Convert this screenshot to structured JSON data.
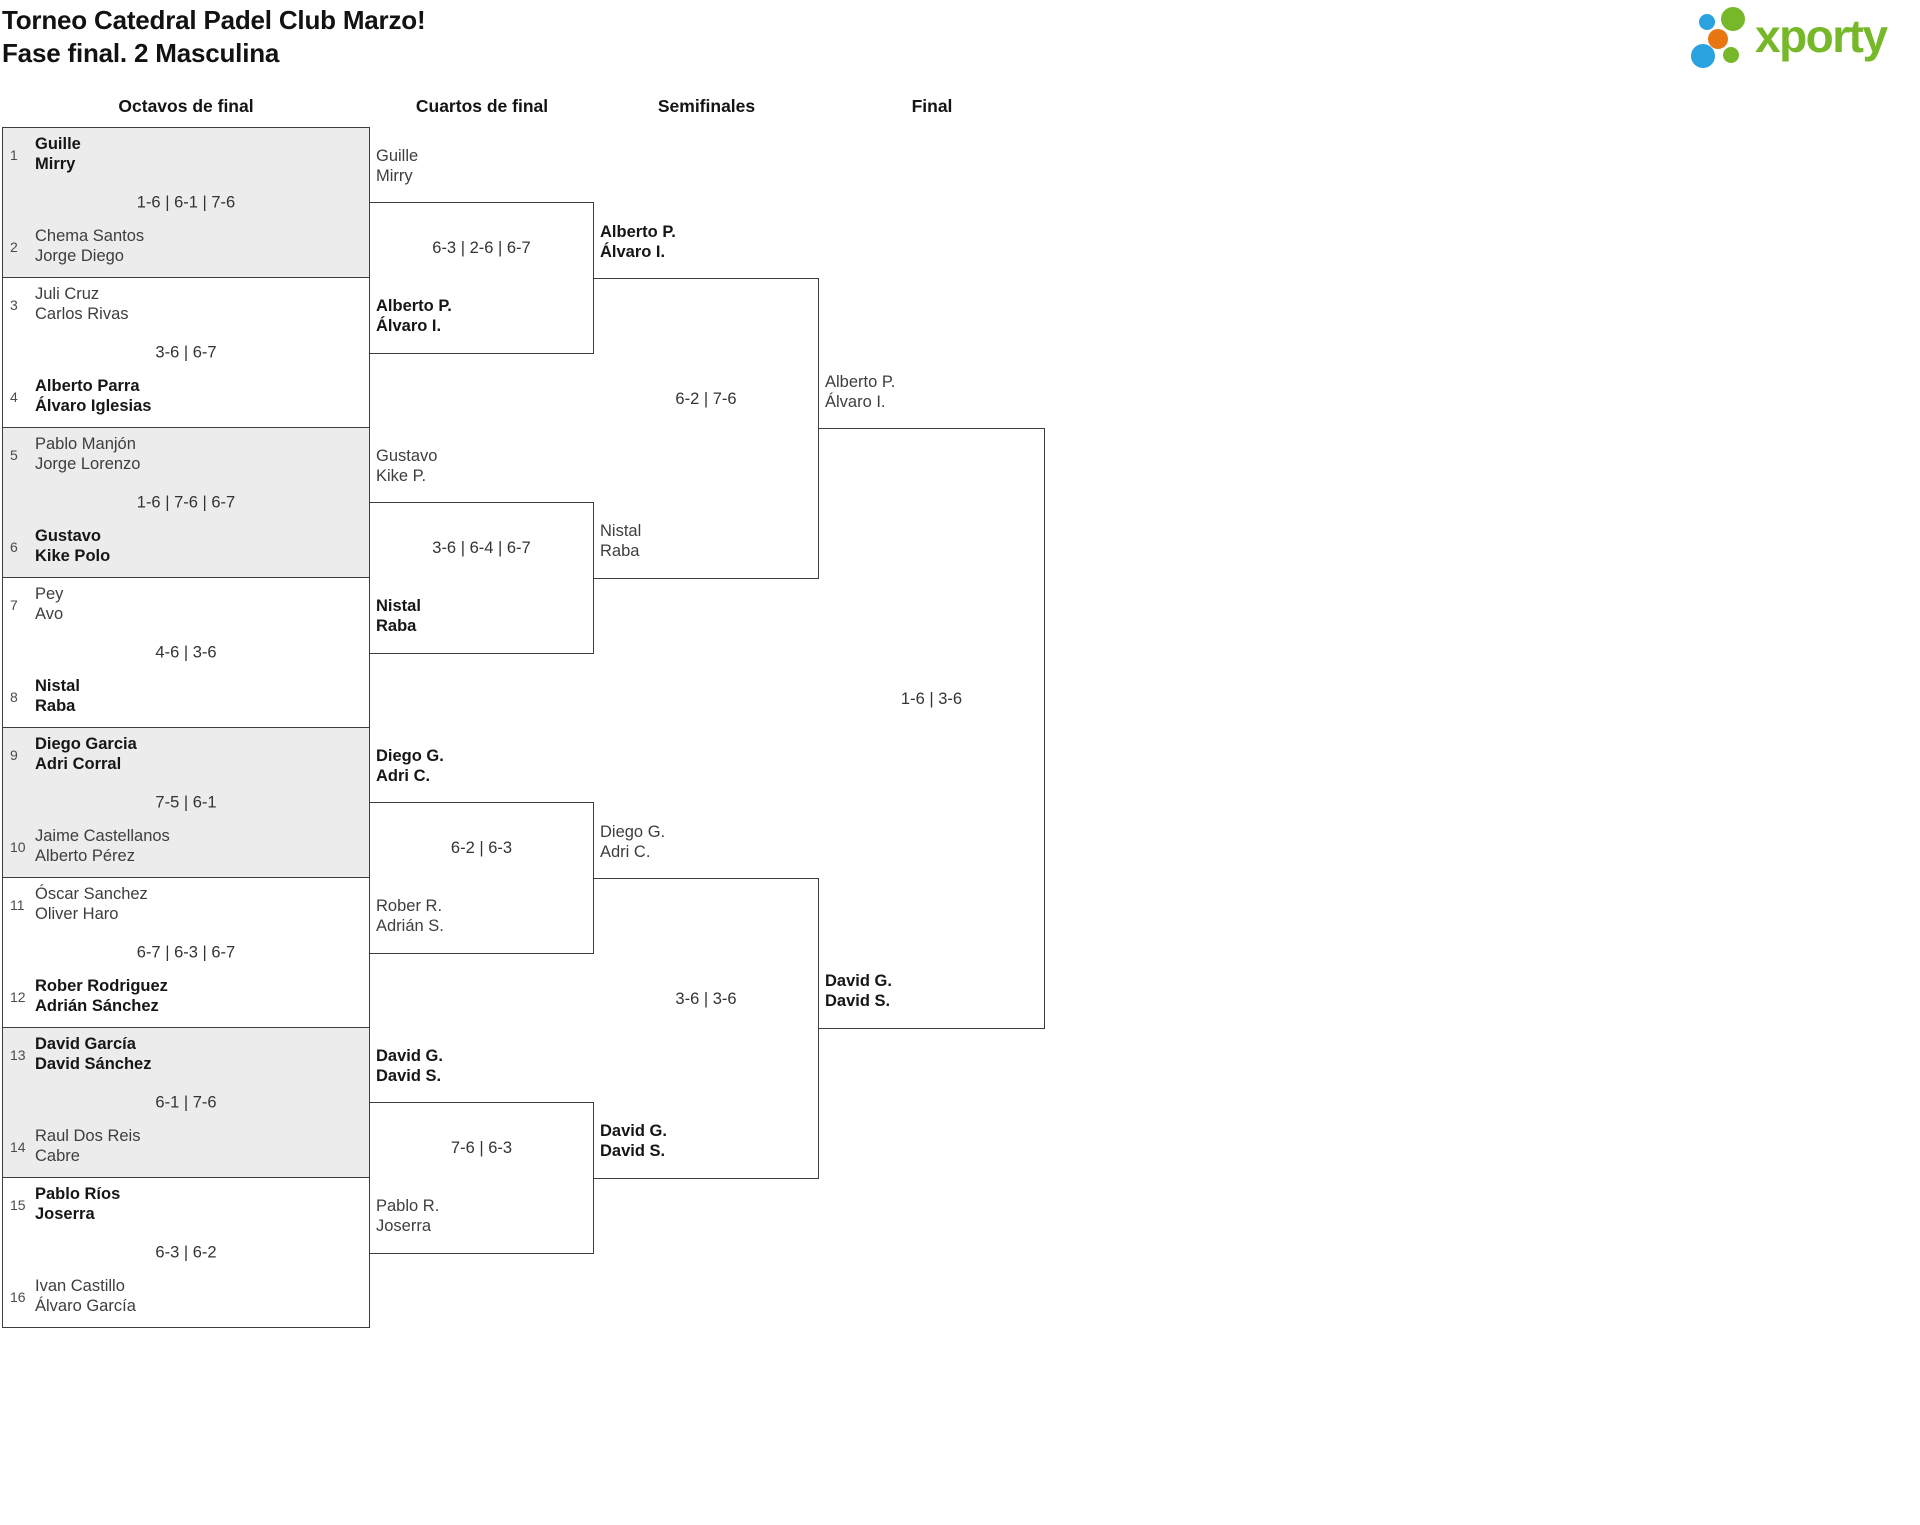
{
  "page": {
    "title_line1": "Torneo Catedral Padel Club Marzo!",
    "title_line2": "Fase final. 2 Masculina"
  },
  "logo": {
    "text": "xporty",
    "green": "#76b82a",
    "blue": "#2aa2df",
    "orange": "#e87611"
  },
  "round_headers": [
    "Octavos de final",
    "Cuartos de final",
    "Semifinales",
    "Final"
  ],
  "octavos": [
    {
      "seed1": "1",
      "team1": [
        "Guille",
        "Mirry"
      ],
      "seed2": "2",
      "team2": [
        "Chema Santos",
        "Jorge Diego"
      ],
      "score": "1-6 | 6-1 | 7-6",
      "winner": 1
    },
    {
      "seed1": "3",
      "team1": [
        "Juli Cruz",
        "Carlos Rivas"
      ],
      "seed2": "4",
      "team2": [
        "Alberto Parra",
        "Álvaro Iglesias"
      ],
      "score": "3-6 | 6-7",
      "winner": 2
    },
    {
      "seed1": "5",
      "team1": [
        "Pablo Manjón",
        "Jorge Lorenzo"
      ],
      "seed2": "6",
      "team2": [
        "Gustavo",
        "Kike Polo"
      ],
      "score": "1-6 | 7-6 | 6-7",
      "winner": 2
    },
    {
      "seed1": "7",
      "team1": [
        "Pey",
        "Avo"
      ],
      "seed2": "8",
      "team2": [
        "Nistal",
        "Raba"
      ],
      "score": "4-6 | 3-6",
      "winner": 2
    },
    {
      "seed1": "9",
      "team1": [
        "Diego Garcia",
        "Adri Corral"
      ],
      "seed2": "10",
      "team2": [
        "Jaime Castellanos",
        "Alberto Pérez"
      ],
      "score": "7-5 | 6-1",
      "winner": 1
    },
    {
      "seed1": "11",
      "team1": [
        "Óscar Sanchez",
        "Oliver Haro"
      ],
      "seed2": "12",
      "team2": [
        "Rober Rodriguez",
        "Adrián Sánchez"
      ],
      "score": "6-7 | 6-3 | 6-7",
      "winner": 2
    },
    {
      "seed1": "13",
      "team1": [
        "David García",
        "David Sánchez"
      ],
      "seed2": "14",
      "team2": [
        "Raul Dos Reis",
        "Cabre"
      ],
      "score": "6-1 | 7-6",
      "winner": 1
    },
    {
      "seed1": "15",
      "team1": [
        "Pablo Ríos",
        "Joserra"
      ],
      "seed2": "16",
      "team2": [
        "Ivan Castillo",
        "Álvaro García"
      ],
      "score": "6-3 | 6-2",
      "winner": 1
    }
  ],
  "cuartos": [
    {
      "team1": [
        "Guille",
        "Mirry"
      ],
      "team2": [
        "Alberto P.",
        "Álvaro I."
      ],
      "score": "6-3 | 2-6 | 6-7",
      "winner": 2
    },
    {
      "team1": [
        "Gustavo",
        "Kike P."
      ],
      "team2": [
        "Nistal",
        "Raba"
      ],
      "score": "3-6 | 6-4 | 6-7",
      "winner": 2
    },
    {
      "team1": [
        "Diego G.",
        "Adri C."
      ],
      "team2": [
        "Rober R.",
        "Adrián S."
      ],
      "score": "6-2 | 6-3",
      "winner": 1
    },
    {
      "team1": [
        "David G.",
        "David S."
      ],
      "team2": [
        "Pablo R.",
        "Joserra"
      ],
      "score": "7-6 | 6-3",
      "winner": 1
    }
  ],
  "semifinales": [
    {
      "team1": [
        "Alberto P.",
        "Álvaro I."
      ],
      "team2": [
        "Nistal",
        "Raba"
      ],
      "score": "6-2 | 7-6",
      "winner": 1
    },
    {
      "team1": [
        "Diego G.",
        "Adri C."
      ],
      "team2": [
        "David G.",
        "David S."
      ],
      "score": "3-6 | 3-6",
      "winner": 2
    }
  ],
  "final": [
    {
      "team1": [
        "Alberto P.",
        "Álvaro I."
      ],
      "team2": [
        "David G.",
        "David S."
      ],
      "score": "1-6 | 3-6",
      "winner": 2
    }
  ]
}
